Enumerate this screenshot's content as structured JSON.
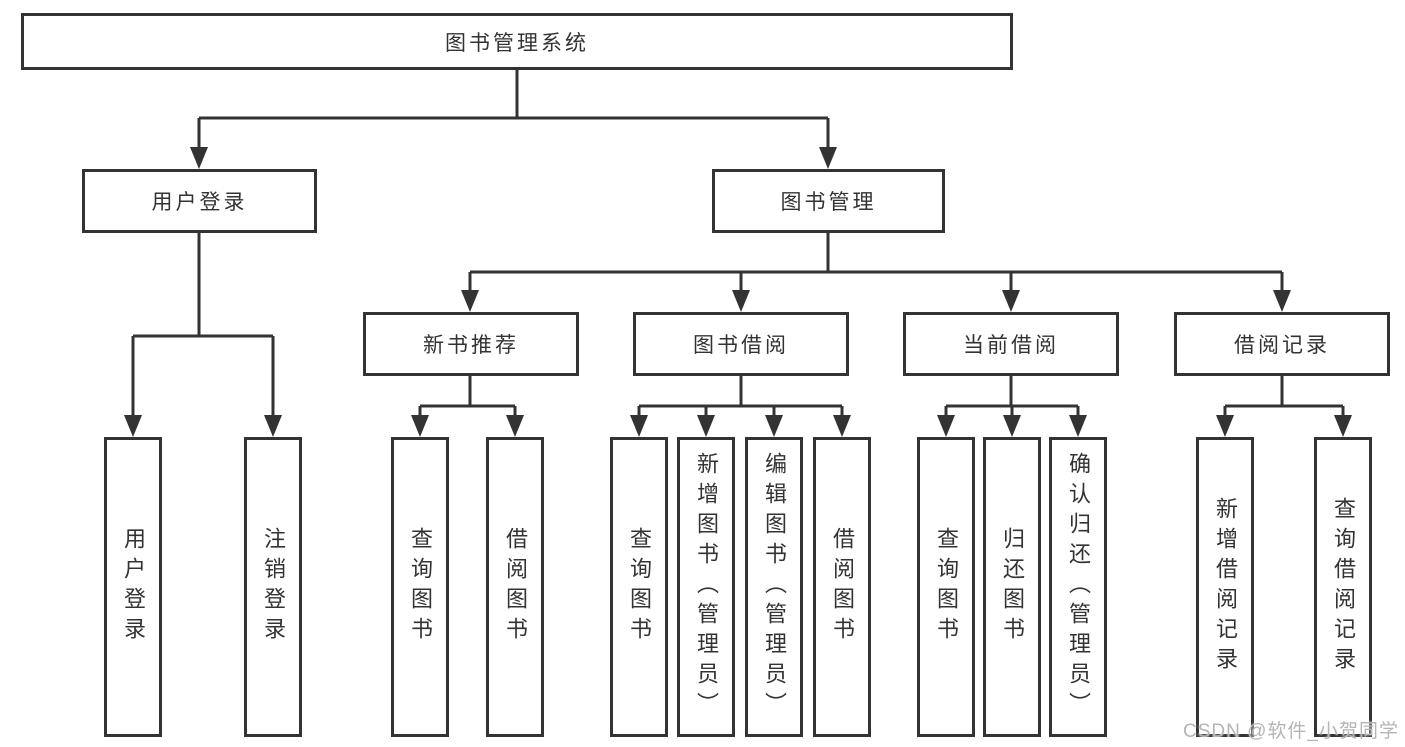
{
  "tree": {
    "root": "图书管理系统",
    "level2": [
      {
        "label": "用户登录",
        "children": [
          {
            "label": "用户登录"
          },
          {
            "label": "注销登录"
          }
        ]
      },
      {
        "label": "图书管理",
        "children": [
          {
            "label": "新书推荐",
            "children": [
              {
                "label": "查询图书"
              },
              {
                "label": "借阅图书"
              }
            ]
          },
          {
            "label": "图书借阅",
            "children": [
              {
                "label": "查询图书"
              },
              {
                "label": "新增图书（管理员）"
              },
              {
                "label": "编辑图书（管理员）"
              },
              {
                "label": "借阅图书"
              }
            ]
          },
          {
            "label": "当前借阅",
            "children": [
              {
                "label": "查询图书"
              },
              {
                "label": "归还图书"
              },
              {
                "label": "确认归还（管理员）"
              }
            ]
          },
          {
            "label": "借阅记录",
            "children": [
              {
                "label": "新增借阅记录"
              },
              {
                "label": "查询借阅记录"
              }
            ]
          }
        ]
      }
    ]
  },
  "watermark": "CSDN @软件_小贺同学",
  "colors": {
    "line": "#333333",
    "text": "#333333",
    "box_background": "#ffffff",
    "watermark": "#b5b5b5"
  }
}
